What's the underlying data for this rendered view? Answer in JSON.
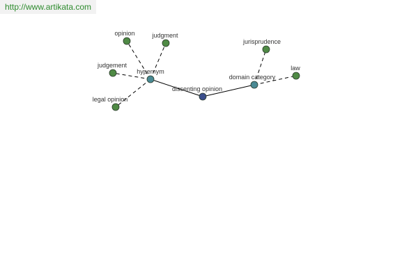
{
  "site": {
    "url_text": "http://www.artikata.com"
  },
  "colors": {
    "center_node": "#3b4e8c",
    "relation_node": "#4a8a94",
    "term_node": "#4f8a45",
    "node_stroke": "#2a3a2a",
    "edge": "#000000",
    "link_text": "#2e8b2e"
  },
  "graph": {
    "center": {
      "id": "dissenting_opinion",
      "label": "dissenting opinion"
    },
    "relations": [
      {
        "id": "hypernym",
        "label": "hypernym",
        "terms": [
          {
            "id": "opinion",
            "label": "opinion"
          },
          {
            "id": "judgment",
            "label": "judgment"
          },
          {
            "id": "judgement",
            "label": "judgement"
          },
          {
            "id": "legal_opinion",
            "label": "legal opinion"
          }
        ]
      },
      {
        "id": "domain_category",
        "label": "domain category",
        "terms": [
          {
            "id": "jurisprudence",
            "label": "jurisprudence"
          },
          {
            "id": "law",
            "label": "law"
          }
        ]
      }
    ]
  }
}
